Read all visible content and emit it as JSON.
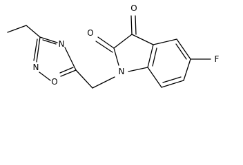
{
  "atoms": {
    "o_ketone": "O",
    "o_amide": "O",
    "n_indole": "N",
    "fluorine": "F",
    "n_ring_top": "N",
    "n_ring_bottom": "N",
    "o_ring": "O"
  }
}
